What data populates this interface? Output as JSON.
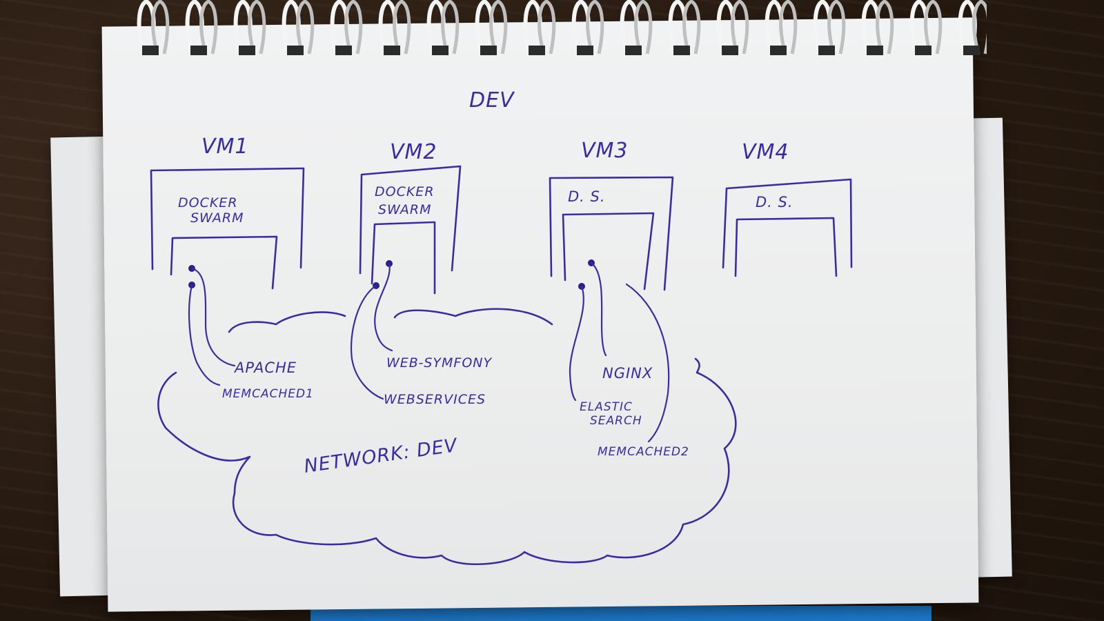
{
  "title": "DEV",
  "vms": [
    {
      "label": "VM1",
      "host": "DOCKER",
      "host_line2": "SWARM",
      "services": [
        "APACHE",
        "MEMCACHED1"
      ]
    },
    {
      "label": "VM2",
      "host": "DOCKER",
      "host_line2": "SWARM",
      "services": [
        "WEB-SYMFONY",
        "WEBSERVICES"
      ]
    },
    {
      "label": "VM3",
      "host": "D. S.",
      "host_line2": "",
      "services": [
        "NGINX",
        "ELASTIC",
        "SEARCH",
        "MEMCACHED2"
      ]
    },
    {
      "label": "VM4",
      "host": "D. S.",
      "host_line2": "",
      "services": []
    }
  ],
  "network_label": "NETWORK: DEV",
  "colors": {
    "ink": "#3a2aa8",
    "paper": "#eceded",
    "wood": "#2a1d14",
    "cover": "#1d78c8"
  }
}
